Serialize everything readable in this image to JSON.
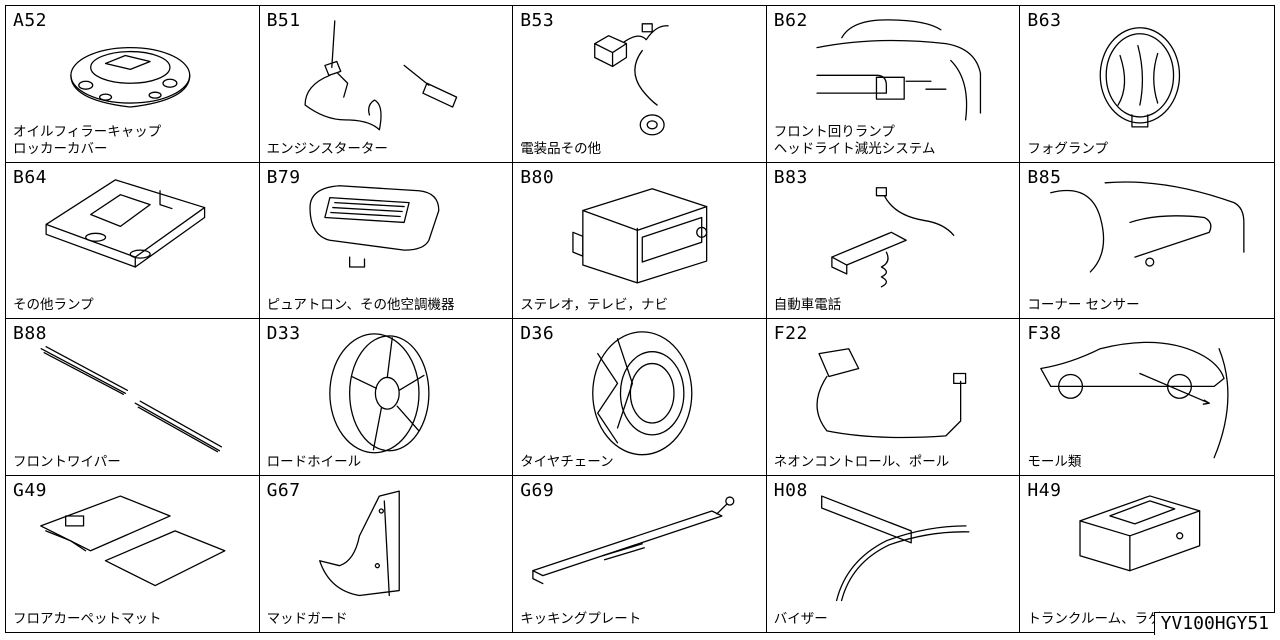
{
  "catalog": {
    "diagram_code": "YV100HGY51",
    "cells": [
      {
        "code": "A52",
        "label": "オイルフィラーキャップ\nロッカーカバー"
      },
      {
        "code": "B51",
        "label": "エンジンスターター"
      },
      {
        "code": "B53",
        "label": "電装品その他"
      },
      {
        "code": "B62",
        "label": "フロント回りランプ\nヘッドライト減光システム"
      },
      {
        "code": "B63",
        "label": "フォグランプ"
      },
      {
        "code": "B64",
        "label": "その他ランプ"
      },
      {
        "code": "B79",
        "label": "ピュアトロン、その他空調機器"
      },
      {
        "code": "B80",
        "label": "ステレオ，テレビ，ナビ"
      },
      {
        "code": "B83",
        "label": "自動車電話"
      },
      {
        "code": "B85",
        "label": "コーナー センサー"
      },
      {
        "code": "B88",
        "label": "フロントワイパー"
      },
      {
        "code": "D33",
        "label": "ロードホイール"
      },
      {
        "code": "D36",
        "label": "タイヤチェーン"
      },
      {
        "code": "F22",
        "label": "ネオンコントロール、ポール"
      },
      {
        "code": "F38",
        "label": "モール類"
      },
      {
        "code": "G49",
        "label": "フロアカーペットマット"
      },
      {
        "code": "G67",
        "label": "マッドガード"
      },
      {
        "code": "G69",
        "label": "キッキングプレート"
      },
      {
        "code": "H08",
        "label": "バイザー"
      },
      {
        "code": "H49",
        "label": "トランクルーム、ラゲージルーム"
      }
    ]
  }
}
